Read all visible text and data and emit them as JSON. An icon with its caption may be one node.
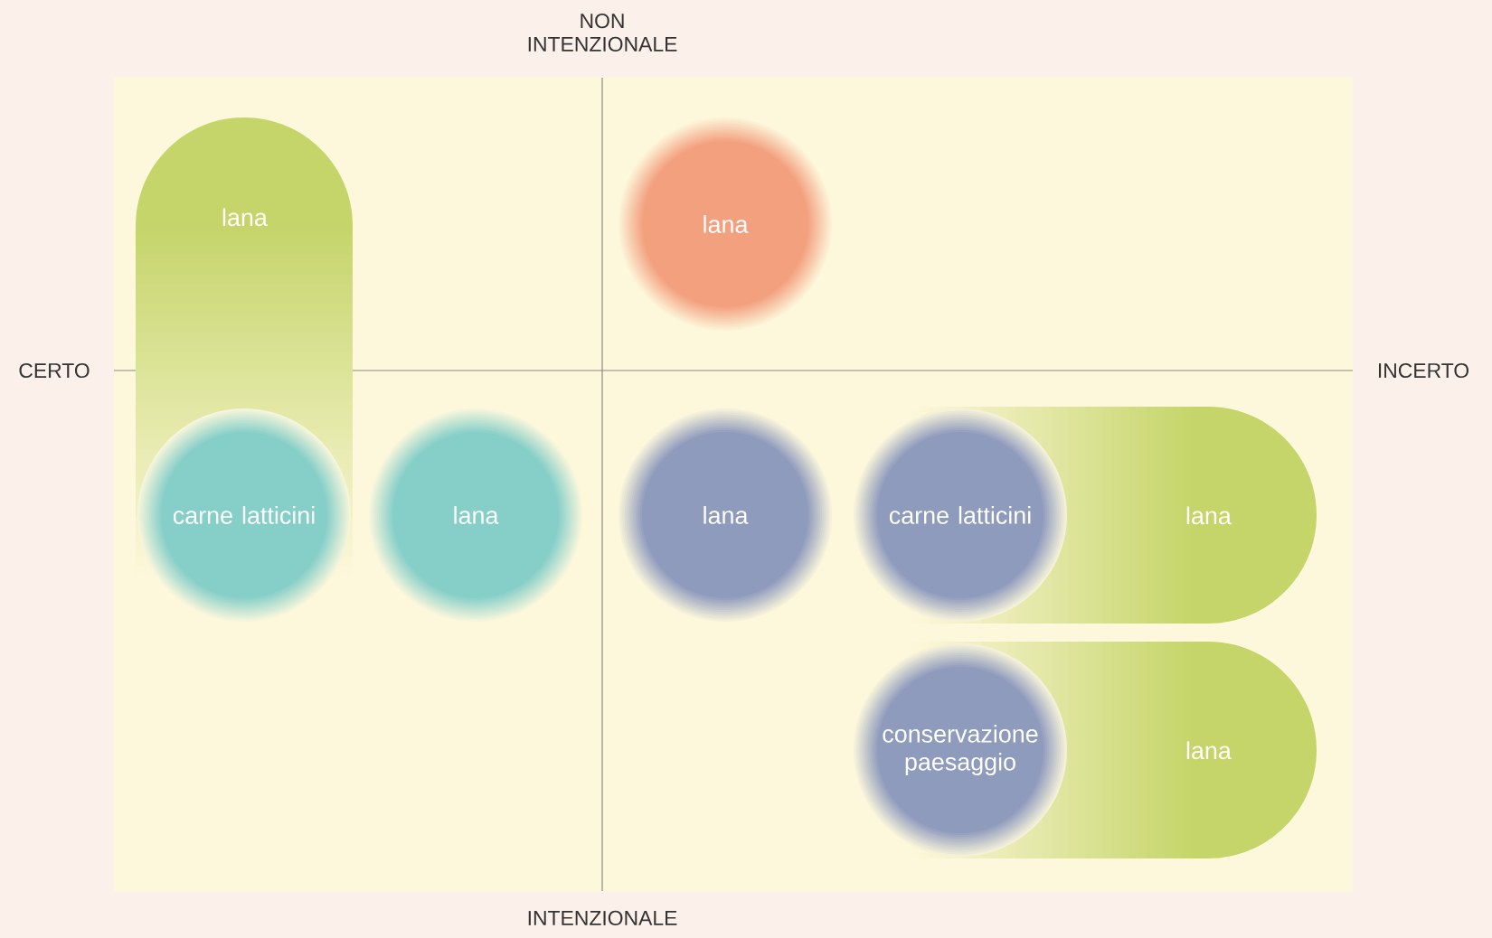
{
  "diagram": {
    "nodes": [
      {
        "text": [
          "lana"
        ]
      },
      {
        "text": [
          "lana"
        ]
      },
      {
        "text": [
          "carne latticini"
        ]
      },
      {
        "text": [
          "lana"
        ]
      },
      {
        "text": [
          "lana"
        ]
      },
      {
        "text": [
          "carne latticini"
        ]
      },
      {
        "text": [
          "lana"
        ]
      },
      {
        "text": [
          "conservazione paesaggio"
        ]
      },
      {
        "text": [
          "lana"
        ]
      }
    ],
    "labels": [
      "NON INTENZIONALE",
      "CERTO",
      "INCERTO",
      "INTENZIONALE"
    ]
  }
}
